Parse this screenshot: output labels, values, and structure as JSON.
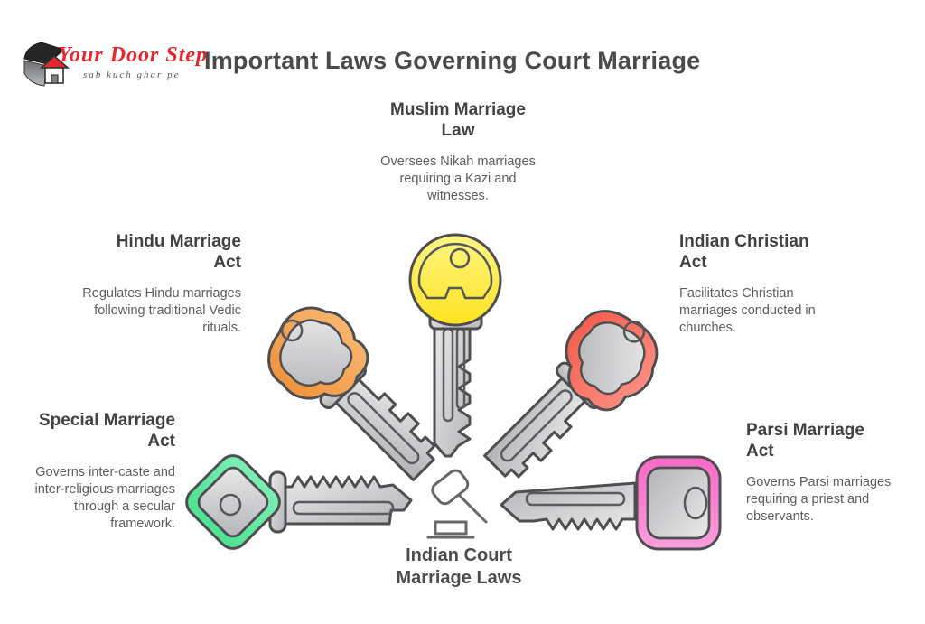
{
  "logo": {
    "brand": "Your Door Step",
    "tagline": "sab kuch ghar pe",
    "brand_color": "#e8262d",
    "icon": "house-logo-icon"
  },
  "header": {
    "title": "Important Laws Governing Court Marriage"
  },
  "center": {
    "icon": "gavel-icon",
    "label_line1": "Indian Court",
    "label_line2": "Marriage Laws"
  },
  "laws": [
    {
      "name": "muslim-marriage-law",
      "title": "Muslim Marriage Law",
      "lines": [
        "Muslim Marriage",
        "Law"
      ],
      "description": "Oversees Nikah marriages requiring a Kazi and witnesses.",
      "key_color": "#ffe637",
      "key_color_name": "yellow",
      "position": "top-center"
    },
    {
      "name": "hindu-marriage-act",
      "title": "Hindu Marriage Act",
      "lines": [
        "Hindu Marriage",
        "Act"
      ],
      "description": "Regulates Hindu marriages following traditional Vedic rituals.",
      "key_color": "#f2a052",
      "key_color_name": "orange",
      "position": "middle-left"
    },
    {
      "name": "indian-christian-act",
      "title": "Indian Christian Act",
      "lines": [
        "Indian Christian",
        "Act"
      ],
      "description": "Facilitates Christian marriages conducted in churches.",
      "key_color": "#f76b5a",
      "key_color_name": "red",
      "position": "middle-right"
    },
    {
      "name": "special-marriage-act",
      "title": "Special Marriage Act",
      "lines": [
        "Special Marriage",
        "Act"
      ],
      "description": "Governs inter-caste and inter-religious marriages through a secular framework.",
      "key_color": "#59e69e",
      "key_color_name": "green",
      "position": "bottom-left"
    },
    {
      "name": "parsi-marriage-act",
      "title": "Parsi Marriage Act",
      "lines": [
        "Parsi Marriage",
        "Act"
      ],
      "description": "Governs Parsi marriages requiring a priest and observants.",
      "key_color": "#f973cb",
      "key_color_name": "pink",
      "position": "bottom-right"
    }
  ]
}
